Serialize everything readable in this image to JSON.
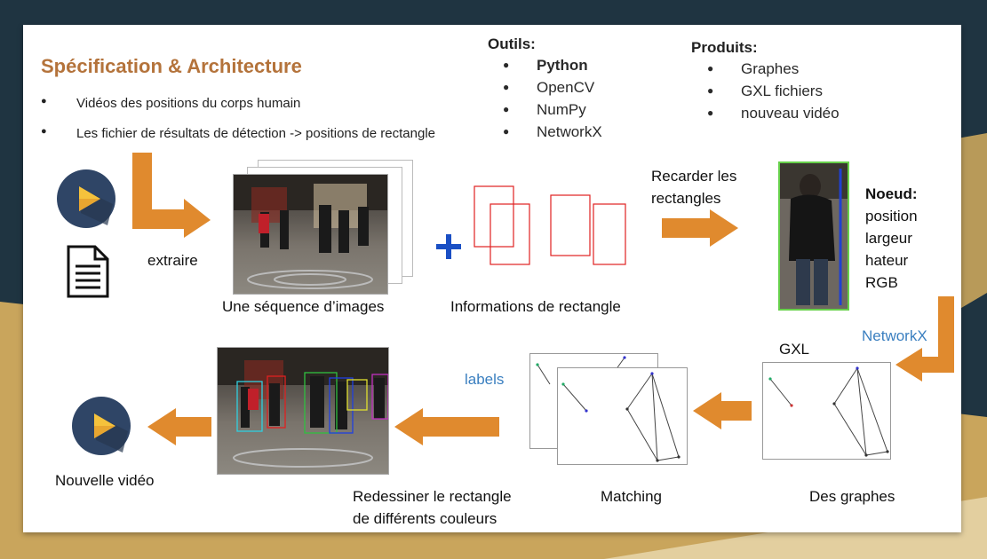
{
  "title": "Spécification & Architecture",
  "bullets": [
    "Vidéos des positions du corps humain",
    "Les fichier de résultats de détection -> positions de rectangle"
  ],
  "outils": {
    "title": "Outils:",
    "items": [
      "Python",
      "OpenCV",
      "NumPy",
      "NetworkX"
    ]
  },
  "produits": {
    "title": "Produits:",
    "items": [
      "Graphes",
      "GXL fichiers",
      "nouveau vidéo"
    ]
  },
  "labels": {
    "extraire": "extraire",
    "sequence": "Une séquence d’images",
    "rect_info": "Informations de rectangle",
    "recarder_1": "Recarder les",
    "recarder_2": "rectangles",
    "networkx": "NetworkX",
    "gxl": "GXL",
    "labels": "labels",
    "des_graphes": "Des graphes",
    "matching": "Matching",
    "redessiner_1": "Redessiner le rectangle",
    "redessiner_2": "de différents couleurs",
    "nouvelle_video": "Nouvelle vidéo"
  },
  "noeud": {
    "title": "Noeud:",
    "items": [
      "position",
      "largeur",
      "hateur",
      "RGB"
    ]
  },
  "colors": {
    "title": "#b4733b",
    "arrow": "#e08a2e",
    "accent_blue": "#3a7fc0",
    "rect_red": "#e02020",
    "plus_blue": "#1a4fc4",
    "dark_bg": "#1f3441",
    "gold_bg": "#c9a55c"
  },
  "icons": [
    "play-button-icon",
    "document-icon",
    "plus-icon"
  ]
}
